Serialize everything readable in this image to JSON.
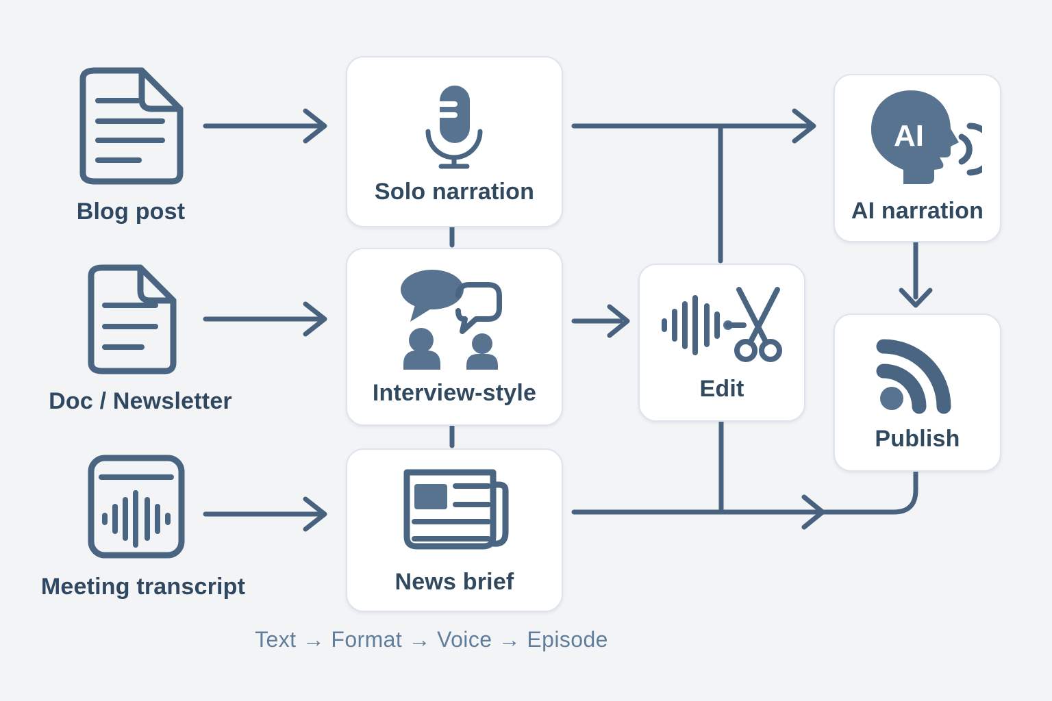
{
  "diagram": {
    "title": "",
    "caption": "Text → Format → Voice → Episode",
    "colors": {
      "background": "#f3f4f6",
      "box_fill": "#ffffff",
      "box_border": "#dde4ed",
      "line": "#47617f",
      "icon_fill": "#587390",
      "label_text": "#30495f",
      "caption_text": "#607e9b"
    },
    "sources": [
      {
        "id": "blog-post",
        "label": "Blog post",
        "icon": "document-icon"
      },
      {
        "id": "doc-newsletter",
        "label": "Doc / Newsletter",
        "icon": "document-icon"
      },
      {
        "id": "meeting-transcript",
        "label": "Meeting transcript",
        "icon": "audio-transcript-icon"
      }
    ],
    "formats": [
      {
        "id": "solo-narration",
        "label": "Solo narration",
        "icon": "microphone-icon"
      },
      {
        "id": "interview-style",
        "label": "Interview-style",
        "icon": "speech-bubbles-people-icon"
      },
      {
        "id": "news-brief",
        "label": "News brief",
        "icon": "newspaper-icon"
      }
    ],
    "stages": [
      {
        "id": "edit",
        "label": "Edit",
        "icon": "waveform-scissors-icon"
      },
      {
        "id": "ai-narration",
        "label": "AI narration",
        "icon": "ai-speaking-head-icon",
        "icon_text": "AI"
      },
      {
        "id": "publish",
        "label": "Publish",
        "icon": "rss-icon"
      }
    ],
    "edges": [
      {
        "from": "blog-post",
        "to": "solo-narration",
        "arrow": true
      },
      {
        "from": "doc-newsletter",
        "to": "interview-style",
        "arrow": true
      },
      {
        "from": "meeting-transcript",
        "to": "news-brief",
        "arrow": true
      },
      {
        "from": "solo-narration",
        "to": "interview-style",
        "arrow": false
      },
      {
        "from": "interview-style",
        "to": "news-brief",
        "arrow": false
      },
      {
        "from": "interview-style",
        "to": "edit",
        "arrow": true
      },
      {
        "from": "solo-narration",
        "to": "ai-narration",
        "arrow": true
      },
      {
        "from": "solo-narration",
        "to": "edit",
        "arrow": false
      },
      {
        "from": "ai-narration",
        "to": "publish",
        "arrow": true
      },
      {
        "from": "edit",
        "to": "publish",
        "arrow": false
      },
      {
        "from": "news-brief",
        "to": "publish",
        "arrow": true
      }
    ]
  }
}
